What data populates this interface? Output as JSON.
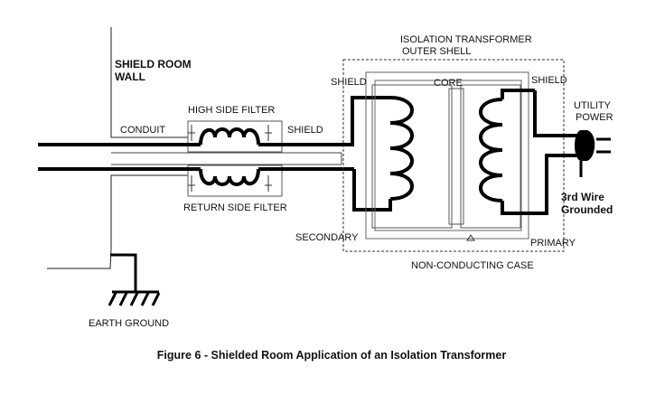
{
  "labels": {
    "shield_room_wall_1": "SHIELD ROOM",
    "shield_room_wall_2": "WALL",
    "iso_title_1": "ISOLATION TRANSFORMER",
    "iso_title_2": "OUTER SHELL",
    "shield_left": "SHIELD",
    "shield_right": "SHIELD",
    "core": "CORE",
    "utility_1": "UTILITY",
    "utility_2": "POWER",
    "high_side_filter": "HIGH SIDE FILTER",
    "conduit": "CONDUIT",
    "shield_mid": "SHIELD",
    "return_side_filter": "RETURN SIDE FILTER",
    "third_wire_1": "3rd Wire",
    "third_wire_2": "Grounded",
    "secondary": "SECONDARY",
    "primary": "PRIMARY",
    "non_conducting_case": "NON-CONDUCTING CASE",
    "earth_ground": "EARTH GROUND"
  },
  "caption": "Figure 6 - Shielded Room Application of an Isolation Transformer"
}
